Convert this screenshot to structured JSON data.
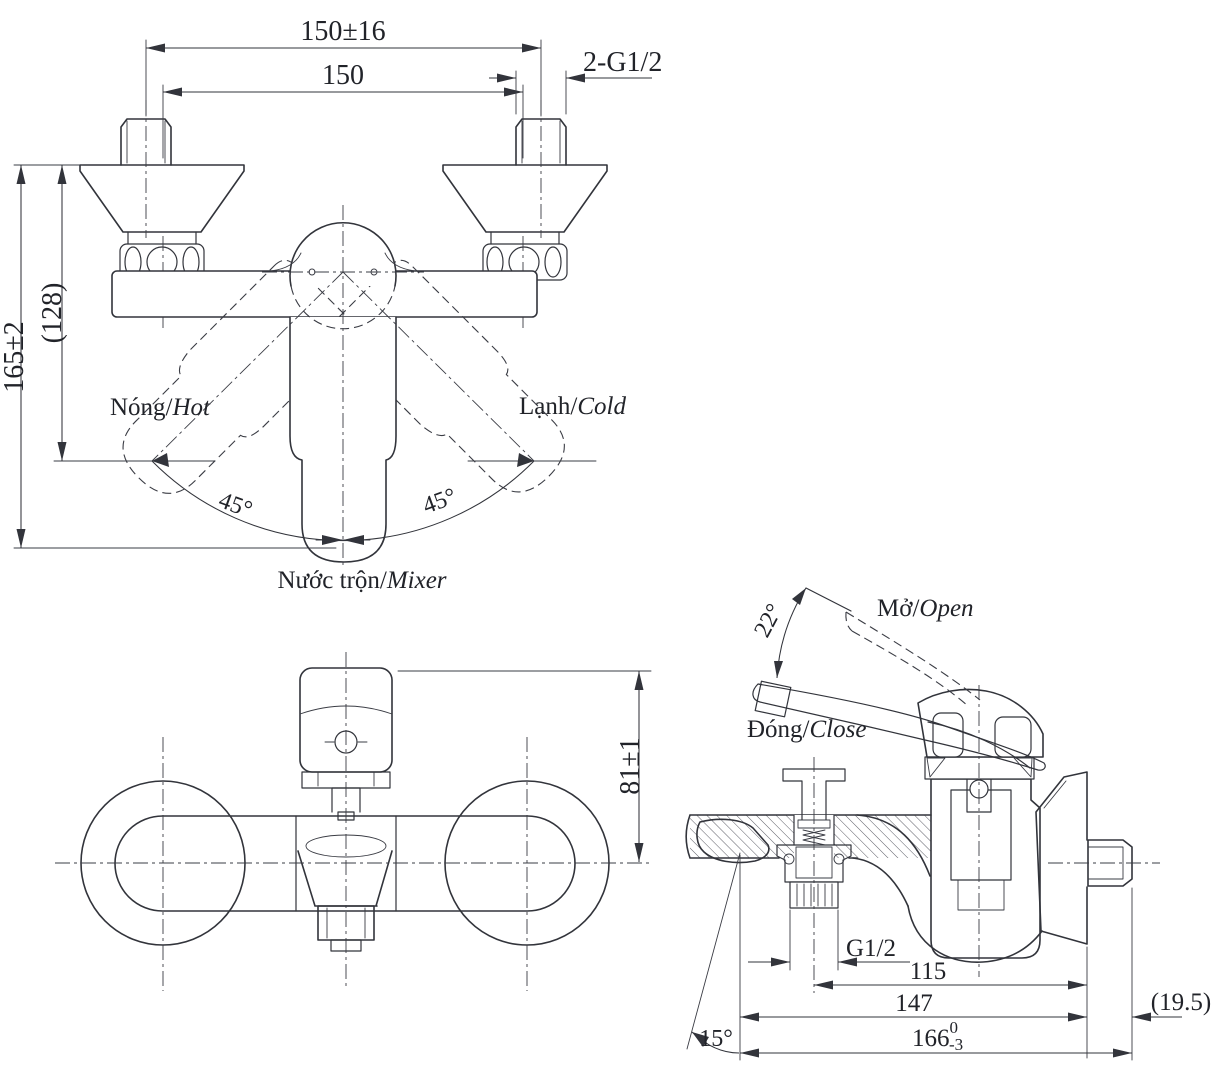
{
  "title": "Wall-mounted single-lever bath mixer technical drawing",
  "front_view": {
    "dim_width_outer": "150±16",
    "dim_width_inner": "150",
    "dim_thread": "2-G1/2",
    "dim_height_overall": "165±2",
    "dim_height_body": "(128)",
    "angle_left": "45°",
    "angle_right": "45°",
    "label_hot_vi": "Nóng/",
    "label_hot_en": "Hot",
    "label_cold_vi": "Lạnh/",
    "label_cold_en": "Cold",
    "label_mixer_vi": "Nước trộn/",
    "label_mixer_en": "Mixer"
  },
  "closed_view": {
    "dim_handle_height": "81±1"
  },
  "section_view": {
    "angle_open": "22°",
    "label_open_vi": "Mở/",
    "label_open_en": "Open",
    "label_close_vi": "Đóng/",
    "label_close_en": "Close",
    "dim_outlet_thread": "G1/2",
    "dim_center_to_wall": "115",
    "dim_face_to_wall": "147",
    "dim_wall_thread": "(19.5)",
    "dim_total_value": "166",
    "dim_total_tol_upper": "0",
    "dim_total_tol_lower": "-3",
    "angle_plate": "15°"
  },
  "colors": {
    "line": "#32343b",
    "background": "#ffffff"
  }
}
